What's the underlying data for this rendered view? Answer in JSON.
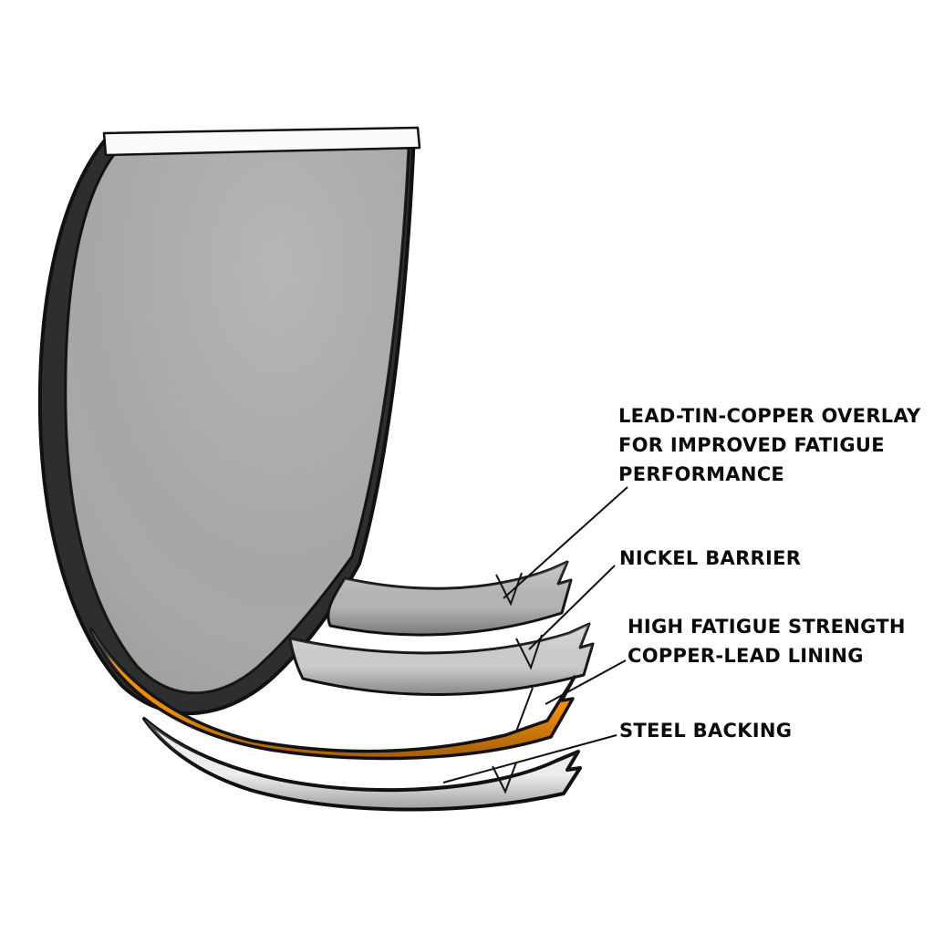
{
  "page": {
    "background": "#ffffff"
  },
  "diagram": {
    "name": "engine-bearing-layer-cutaway",
    "labels": {
      "overlay": {
        "lines": [
          "LEAD-TIN-COPPER OVERLAY",
          "FOR IMPROVED FATIGUE",
          "PERFORMANCE"
        ]
      },
      "nickel": {
        "lines": [
          "NICKEL BARRIER"
        ]
      },
      "copper_lead": {
        "lines": [
          "HIGH FATIGUE STRENGTH",
          "COPPER-LEAD LINING"
        ]
      },
      "steel": {
        "lines": [
          "STEEL BACKING"
        ]
      }
    },
    "colors": {
      "background": "#ffffff",
      "shell_gray": "#a6a6a6",
      "shell_edge_dark": "#2e2e2e",
      "rim_white": "#fafafa",
      "overlay_step_gray": "#b3b3b3",
      "nickel_gray": "#c9c9c9",
      "copper_lead_orange": "#ef8b0c",
      "steel_backing_light": "#ececec",
      "outline_black": "#111111",
      "label_text": "#0b0b0b"
    }
  }
}
